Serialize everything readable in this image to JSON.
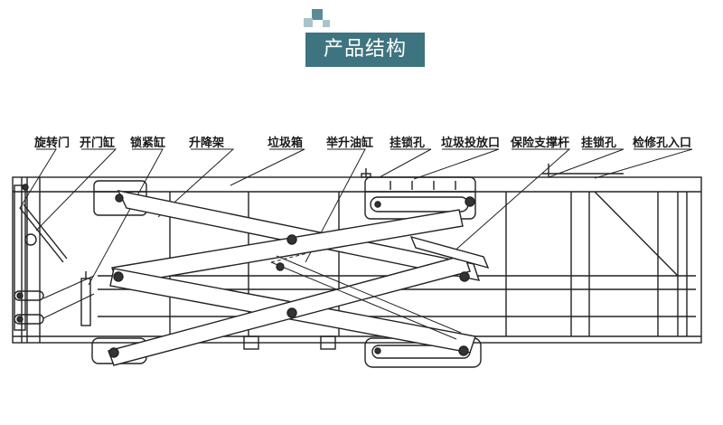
{
  "header": {
    "title": "产品结构"
  },
  "labels": {
    "rotating_door": "旋转门",
    "door_cylinder": "开门缸",
    "lock_cylinder": "锁紧缸",
    "lift_frame": "升降架",
    "garbage_box": "垃圾箱",
    "lift_cylinder": "举升油缸",
    "hanging_lock_hole_1": "挂锁孔",
    "garbage_inlet": "垃圾投放口",
    "safety_support_rod": "保险支撑杆",
    "hanging_lock_hole_2": "挂锁孔",
    "inspection_hole_entrance": "检修孔入口"
  },
  "colors": {
    "accent": "#3e7480",
    "accent_light": "#a9c4c9",
    "line": "#222222"
  }
}
